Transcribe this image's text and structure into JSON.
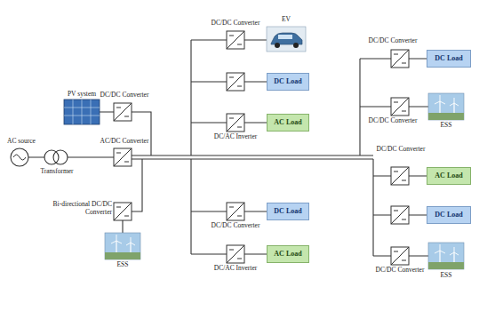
{
  "diagram": {
    "nodes": [
      {
        "text": [
          "DC Load"
        ]
      },
      {
        "text": [
          "AC Load"
        ]
      },
      {
        "text": [
          "DC Load"
        ]
      },
      {
        "text": [
          "AC Load"
        ]
      },
      {
        "text": [
          "DC Load"
        ]
      },
      {
        "text": [
          "AC Load"
        ]
      },
      {
        "text": [
          "DC Load"
        ]
      }
    ],
    "labels": [
      "AC source",
      "Transformer",
      "PV system",
      "DC/DC Converter",
      "AC/DC Converter",
      "Bi-directional DC/DC Converter",
      "ESS",
      "DC/DC Converter",
      "EV",
      "DC/AC Inverter",
      "DC/DC Converter",
      "DC/AC Inverter",
      "DC/DC Converter",
      "DC/DC Converter",
      "ESS",
      "DC/DC Converter",
      "DC/DC Converter",
      "ESS"
    ]
  }
}
